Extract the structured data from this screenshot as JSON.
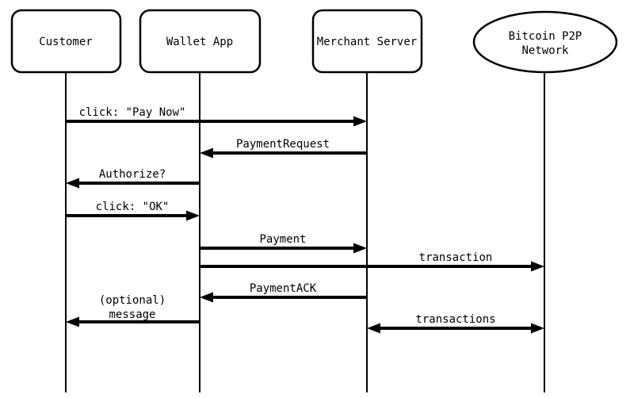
{
  "diagram": {
    "type": "sequence-diagram",
    "colors": {
      "line": "#000000",
      "background": "#ffffff",
      "shape_fill": "#ffffff"
    },
    "actors": [
      {
        "id": "customer",
        "label": "Customer",
        "shape": "rounded-rect"
      },
      {
        "id": "wallet-app",
        "label": "Wallet App",
        "shape": "rounded-rect"
      },
      {
        "id": "merchant-server",
        "label": "Merchant Server",
        "shape": "rounded-rect"
      },
      {
        "id": "bitcoin-p2p-network",
        "label": "Bitcoin P2P Network",
        "label_line1": "Bitcoin P2P",
        "label_line2": "Network",
        "shape": "ellipse"
      }
    ],
    "messages": [
      {
        "label": "click: \"Pay Now\"",
        "from": "customer",
        "to": "merchant-server",
        "direction": "right"
      },
      {
        "label": "PaymentRequest",
        "from": "merchant-server",
        "to": "wallet-app",
        "direction": "left"
      },
      {
        "label": "Authorize?",
        "from": "wallet-app",
        "to": "customer",
        "direction": "left"
      },
      {
        "label": "click: \"OK\"",
        "from": "customer",
        "to": "wallet-app",
        "direction": "right"
      },
      {
        "label": "Payment",
        "from": "wallet-app",
        "to": "merchant-server",
        "direction": "right"
      },
      {
        "label": "transaction",
        "from": "wallet-app",
        "to": "bitcoin-p2p-network",
        "direction": "right"
      },
      {
        "label": "PaymentACK",
        "from": "merchant-server",
        "to": "wallet-app",
        "direction": "left"
      },
      {
        "label": "(optional) message",
        "label_line1": "(optional)",
        "label_line2": "message",
        "from": "wallet-app",
        "to": "customer",
        "direction": "left"
      },
      {
        "label": "transactions",
        "from": "merchant-server",
        "to": "bitcoin-p2p-network",
        "direction": "both"
      }
    ]
  }
}
